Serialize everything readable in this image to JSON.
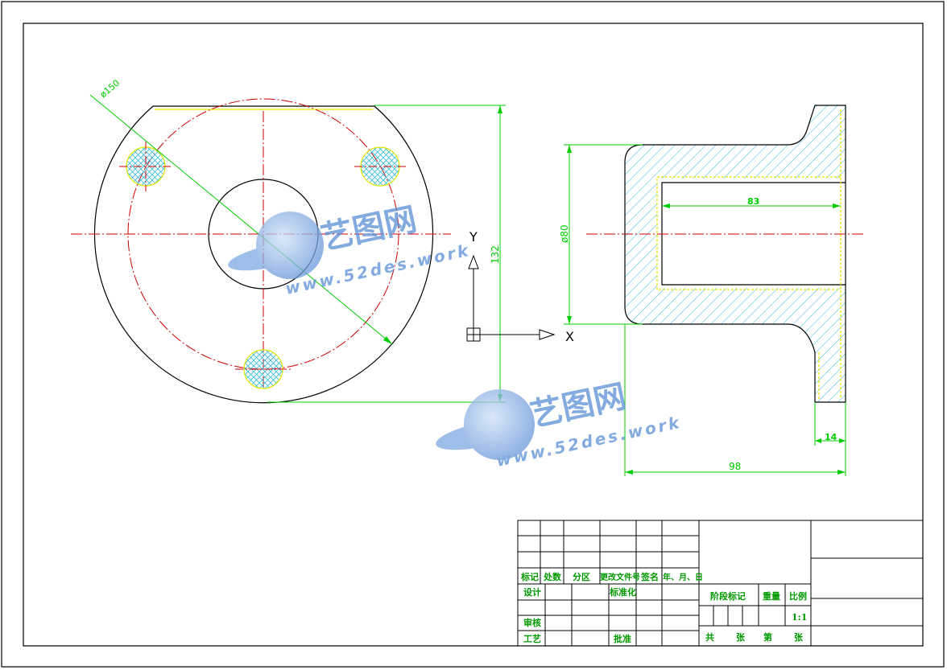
{
  "colors": {
    "outline": "#000000",
    "dimension": "#00cc00",
    "centerline": "#cc0000",
    "hatch": "#33bbdd",
    "hidden": "#e8e800",
    "titleblock_text": "#009900",
    "watermark": "#5a8fd6"
  },
  "drawing": {
    "front_view": {
      "dim_diameter": "ø150",
      "dim_height": "132"
    },
    "side_view": {
      "dim_bore": "ø80",
      "dim_inner_length": "83",
      "dim_flange": "14",
      "dim_total_length": "98"
    },
    "ucs": {
      "x_label": "X",
      "y_label": "Y"
    }
  },
  "watermark": {
    "brand": "艺图网",
    "url": "www.52des.work"
  },
  "title_block": {
    "row_labels": [
      "标记",
      "处数",
      "分区",
      "更改文件号",
      "签名",
      "年、月、日"
    ],
    "design": "设计",
    "standardization": "标准化",
    "review": "审核",
    "process": "工艺",
    "approve": "批准",
    "stage_mark": "阶段标记",
    "weight": "重量",
    "scale": "比例",
    "scale_value": "1:1",
    "total": "共",
    "sheets1": "张",
    "page": "第",
    "sheets2": "张"
  }
}
